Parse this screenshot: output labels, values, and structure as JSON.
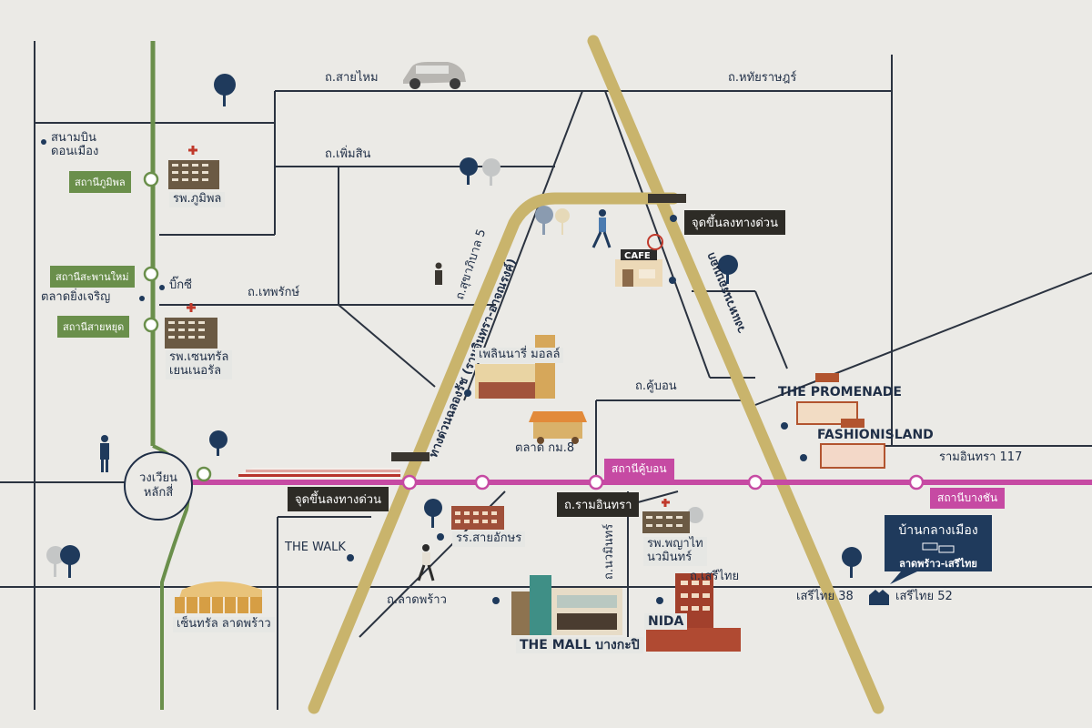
{
  "roads": {
    "sai_mai": "ถ.สายไหม",
    "hathai_rat": "ถ.หทัยราษฎร์",
    "phoem_sin": "ถ.เพิ่มสิน",
    "thep_rak": "ถ.เทพรักษ์",
    "sukhaphiban5": "ถ.สุขาภิบาล 5",
    "khu_bon": "ถ.คู้บอน",
    "ram_inthra": "ถ.รามอินทรา",
    "nawamin": "ถ.นวมินทร์",
    "serithai": "ถ.เสรีไทย",
    "lat_phrao": "ถ.ลาดพร้าว",
    "expressway_diag": "ทางด่วนฉลองรัช (รามอินทรา-อาจณรงค์)",
    "outer_ring": "วงแหวนรอบนอก",
    "ram_inthra_117": "รามอินทรา 117",
    "serithai_38": "เสรีไทย 38",
    "serithai_52": "เสรีไทย 52"
  },
  "places": {
    "don_mueang_airport": "สนามบิน\nดอนเมือง",
    "bhumibol_hospital": "รพ.ภูมิพล",
    "big_c": "บิ๊กซี",
    "ying_charoen_market": "ตลาดยิ่งเจริญ",
    "central_general_hospital": "รพ.เซนทรัล\nเยนเนอรัล",
    "laksi_circle": "วงเวียน\nหลักสี่",
    "fashion_mall": "เพลินนารี่ มอลล์",
    "km8_market": "ตลาด กม.8",
    "the_promenade": "THE PROMENADE",
    "fashion_island": "FASHIONISLAND",
    "the_walk": "THE WALK",
    "sai_aksorn_school": "รร.สายอักษร",
    "phyathai_nawamin_hospital": "รพ.พญาไท\nนวมินทร์",
    "central_ladprao": "เซ็นทรัล ลาดพร้าว",
    "the_mall": "THE MALL บางกะปิ",
    "nida": "NIDA",
    "cafe": "CAFE"
  },
  "stations": {
    "bhumibol": "สถานีภูมิพล",
    "saphan_mai": "สถานีสะพานใหม่",
    "sai_yut": "สถานีสายหยุด",
    "khu_bon": "สถานีคู้บอน",
    "bang_chan": "สถานีบางชัน"
  },
  "expressway_ramps": {
    "top_right": "จุดขึ้นลงทางด่วน",
    "bottom_left": "จุดขึ้นลงทางด่วน"
  },
  "project": {
    "name": "บ้านกลางเมือง",
    "sub": "ลาดพร้าว-เสรีไทย"
  },
  "colors": {
    "background": "#ebeae6",
    "road": "#2b3340",
    "expressway": "#c9b46c",
    "green_line": "#6a8f4b",
    "pink_line": "#c64aa3",
    "navy": "#1f3a5c",
    "dark_tag": "#2d2b26"
  }
}
